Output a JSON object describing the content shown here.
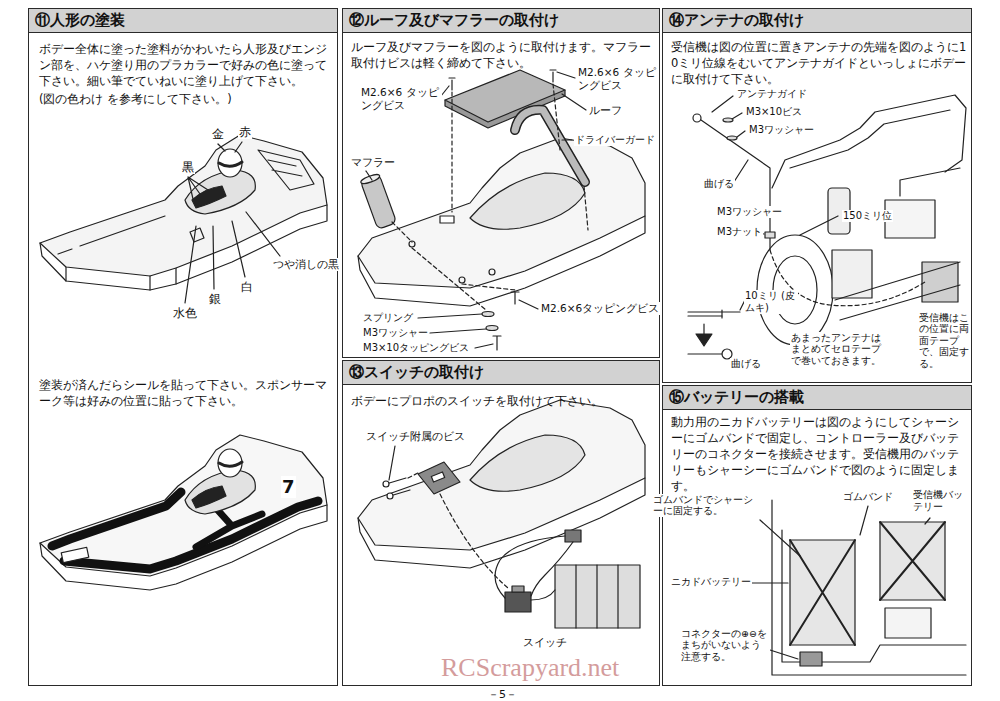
{
  "diagram": {
    "nodes": [
      {
        "text": [
          "⑪人形の塗装",
          "ボデー全体に塗った塗料がかわいたら人形及びエンジン部を、ハケ塗り用のプラカラーで好みの色に塗って下さい。細い筆でていねいに塗り上げて下さい。",
          "(図の色わけ を参考にして下さい。)",
          "塗装が済んだらシールを貼って下さい。スポンサーマーク等は好みの位置に貼って下さい。"
        ]
      },
      {
        "text": [
          "⑫ルーフ及びマフラーの取付け",
          "ルーフ及びマフラーを図のように取付けます。マフラー取付けビスは軽く締めて下さい。"
        ]
      },
      {
        "text": [
          "⑬スイッチの取付け",
          "ボデーにプロポのスイッチを取付けて下さい。"
        ]
      },
      {
        "text": [
          "⑭アンテナの取付け",
          "受信機は図の位置に置きアンテナの先端を図のように10ミリ位線をむいてアンテナガイドといっしょにボデーに取付けて下さい。"
        ]
      },
      {
        "text": [
          "⑮バッテリーの搭載",
          "動力用のニカドバッテリーは図のようにしてシャーシーにゴムバンドで固定し、コントローラー及びバッテリーのコネクターを接続させます。受信機用のバッテリーもシャーシーにゴムバンドで図のように固定します。"
        ]
      }
    ],
    "labels": [
      "黒",
      "金",
      "赤",
      "つや消しの黒",
      "白",
      "銀",
      "水色",
      "7",
      "M2.6×6 タッピングビス",
      "M2.6×6 タッピングビス",
      "ルーフ",
      "ドライバーガード",
      "マフラー",
      "M2.6×6タッピングビス",
      "スプリング",
      "M3ワッシャー",
      "M3×10タッピングビス",
      "スイッチ附属のビス",
      "スイッチ",
      "アンテナガイド",
      "M3×10ビス",
      "M3ワッシャー",
      "曲げる",
      "M3ワッシャー",
      "M3ナット",
      "150ミリ位",
      "10ミリ (皮ムキ)",
      "曲げる",
      "あまったアンテナはまとめてセロテープで巻いておきます。",
      "受信機はこの位置に両面テープで、固定する。",
      "ゴムバンドでシャーシーに固定する。",
      "ゴムバンド",
      "受信機バッテリー",
      "ニカドバッテリー",
      "コネクターの⊕⊖をまちがいないよう注意する。",
      "－5－",
      "RCScrapyard.net"
    ]
  }
}
